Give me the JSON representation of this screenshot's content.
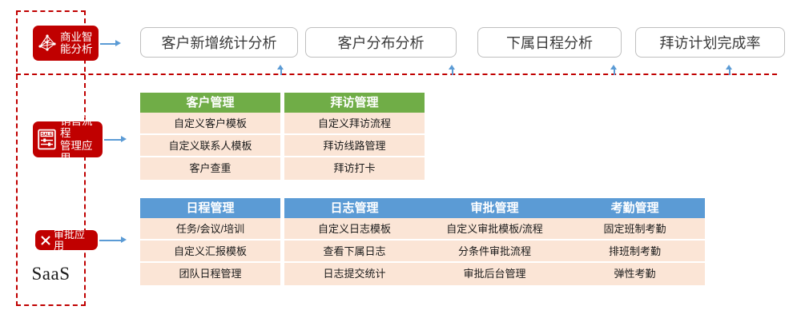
{
  "container": {
    "label": "SaaS",
    "border_color": "#C00000"
  },
  "badges": [
    {
      "name": "business-intelligence",
      "label": "商业智\n能分析",
      "icon": "network-graph-icon",
      "color": "#C00000"
    },
    {
      "name": "sales-process-app",
      "label": "销售流程\n管理应用",
      "icon": "sale-sliders-icon",
      "color": "#C00000"
    },
    {
      "name": "approval-app",
      "label": "审批应用",
      "icon": "crossed-tools-icon",
      "color": "#C00000"
    }
  ],
  "tabs": [
    {
      "label": "客户新增统计分析"
    },
    {
      "label": "客户分布分析"
    },
    {
      "label": "下属日程分析"
    },
    {
      "label": "拜访计划完成率"
    }
  ],
  "green_cards": [
    {
      "header": "客户管理",
      "rows": [
        "自定义客户模板",
        "自定义联系人模板",
        "客户查重"
      ]
    },
    {
      "header": "拜访管理",
      "rows": [
        "自定义拜访流程",
        "拜访线路管理",
        "拜访打卡"
      ]
    }
  ],
  "blue_cards": [
    {
      "header": "日程管理",
      "rows": [
        "任务/会议/培训",
        "自定义汇报模板",
        "团队日程管理"
      ]
    },
    {
      "header": "日志管理",
      "rows": [
        "自定义日志模板",
        "查看下属日志",
        "日志提交统计"
      ]
    },
    {
      "header": "审批管理",
      "rows": [
        "自定义审批模板/流程",
        "分条件审批流程",
        "审批后台管理"
      ]
    },
    {
      "header": "考勤管理",
      "rows": [
        "固定班制考勤",
        "排班制考勤",
        "弹性考勤"
      ]
    }
  ],
  "colors": {
    "brand_red": "#C00000",
    "green_header": "#70AD47",
    "blue_header": "#5B9BD5",
    "row_peach": "#FBE5D6",
    "arrow_blue": "#5B9BD5",
    "tab_border": "#BFBFBF"
  }
}
